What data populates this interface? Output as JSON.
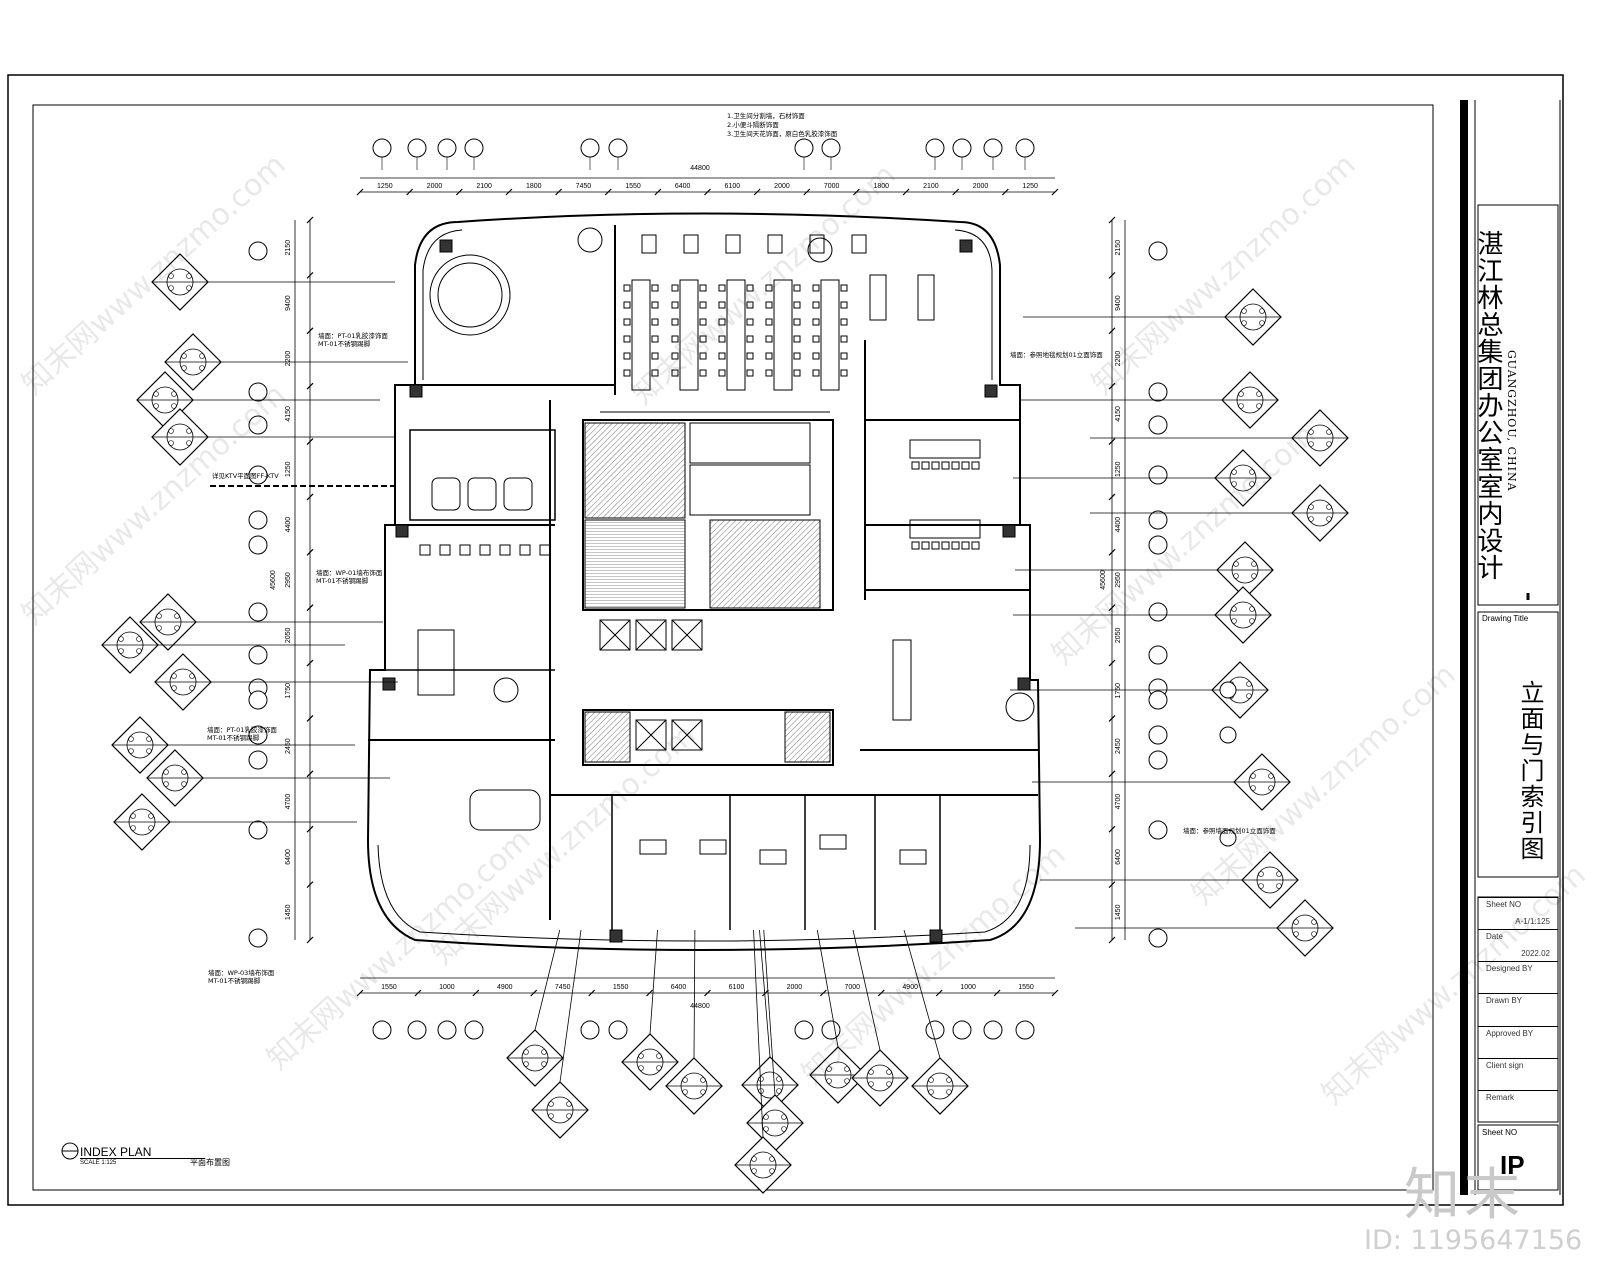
{
  "project": {
    "title_cn": "湛江林总集团办公室室内设计",
    "title_en": "GUANGZHOU, CHINA"
  },
  "drawing": {
    "title_label": "Drawing Title",
    "title_cn": "立面与门索引图",
    "plan_name": "INDEX PLAN",
    "plan_scale": "SCALE 1:125",
    "plan_subtitle": "平面布置图"
  },
  "title_block": {
    "rows": [
      {
        "label": "Sheet NO",
        "value": "A-1/1:125"
      },
      {
        "label": "Date",
        "value": "2022.02"
      },
      {
        "label": "Designed BY",
        "value": ""
      },
      {
        "label": "Drawn BY",
        "value": ""
      },
      {
        "label": "Approved BY",
        "value": ""
      },
      {
        "label": "Client sign",
        "value": ""
      },
      {
        "label": "Remark",
        "value": ""
      }
    ],
    "sheet_no_label": "Sheet NO",
    "sheet_code": "IP"
  },
  "dimensions": {
    "top_total": "44800",
    "bottom_total": "44800",
    "side_total_left": "45600",
    "side_total_right": "45600",
    "top_segments": [
      "1250",
      "2000",
      "2100",
      "1800",
      "7450",
      "1550",
      "6400",
      "6100",
      "2000",
      "7000",
      "1800",
      "2100",
      "2000",
      "1250"
    ],
    "bottom_segments": [
      "1550",
      "1000",
      "4900",
      "7450",
      "1550",
      "6400",
      "6100",
      "2000",
      "7000",
      "4900",
      "1000",
      "1550"
    ],
    "left_segments": [
      "2150",
      "9400",
      "2200",
      "4150",
      "1250",
      "4400",
      "2950",
      "2050",
      "1750",
      "2450",
      "4700",
      "6400",
      "1450"
    ]
  },
  "notes": {
    "top_notes": [
      "1.卫生间分割墙，石材饰面",
      "2.小便斗隔断饰面",
      "3.卫生间天花饰面，原白色乳胶漆饰面"
    ],
    "left_callouts": [
      "墙面：PT-01乳胶漆饰面\nMT-01不锈钢踢脚",
      "详见KTV平面图FF-KTV",
      "墙面：WP-01墙布饰面\nMT-01不锈钢踢脚",
      "墙面：PT-01乳胶漆饰面\nMT-01不锈钢踢脚",
      "墙面：WP-03墙布饰面\nMT-01不锈钢踢脚"
    ],
    "right_callouts": [
      "墙面：参照地毯规划01立面饰面",
      "墙面：参照墙面规划01立面饰面"
    ]
  },
  "watermark": {
    "text": "知末网www.znzmo.com",
    "brand": "知末",
    "image_id": "ID: 1195647156"
  }
}
